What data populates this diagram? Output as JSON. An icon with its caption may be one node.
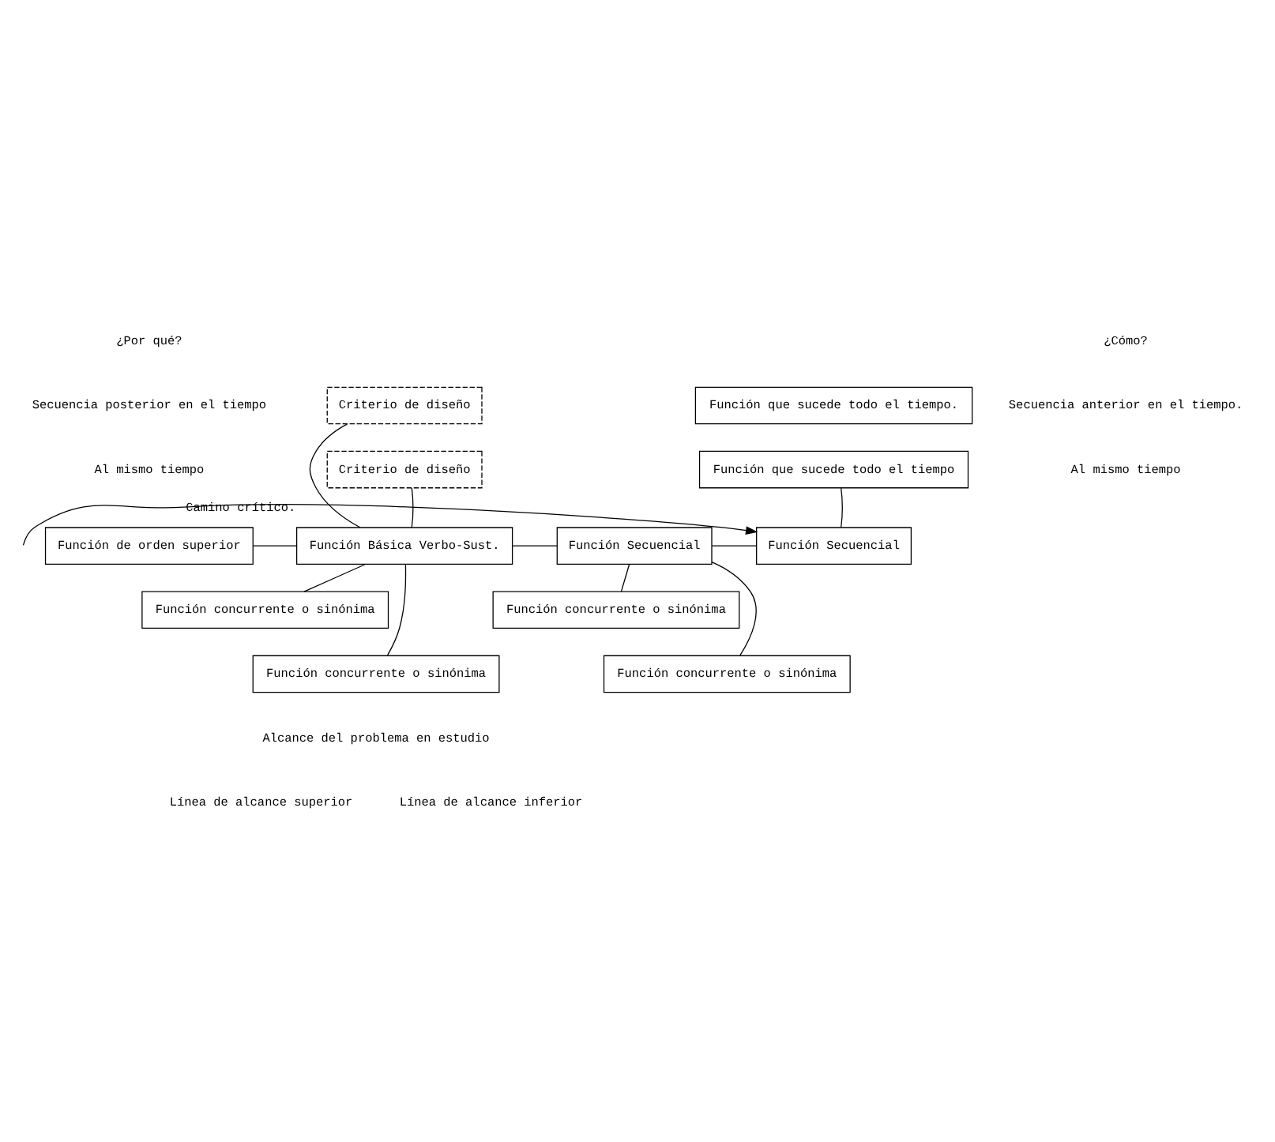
{
  "diagram": {
    "nodes": [
      {
        "text": [
          "Criterio de diseño"
        ]
      },
      {
        "text": [
          "Función que sucede todo el tiempo."
        ]
      },
      {
        "text": [
          "Criterio de diseño"
        ]
      },
      {
        "text": [
          "Función que sucede todo el tiempo"
        ]
      },
      {
        "text": [
          "Función de orden superior"
        ]
      },
      {
        "text": [
          "Función Básica Verbo-Sust."
        ]
      },
      {
        "text": [
          "Función Secuencial"
        ]
      },
      {
        "text": [
          "Función Secuencial"
        ]
      },
      {
        "text": [
          "Función concurrente o sinónima"
        ]
      },
      {
        "text": [
          "Función concurrente o sinónima"
        ]
      },
      {
        "text": [
          "Función concurrente o sinónima"
        ]
      },
      {
        "text": [
          "Función concurrente o sinónima"
        ]
      }
    ],
    "edges": [
      {
        "from": 4,
        "to": 5,
        "arrow": "none"
      },
      {
        "from": 5,
        "to": 6,
        "arrow": "none"
      },
      {
        "from": 6,
        "to": 7,
        "arrow": "none"
      },
      {
        "from": 5,
        "to": 0,
        "arrow": "none"
      },
      {
        "from": 5,
        "to": 2,
        "arrow": "none"
      },
      {
        "from": 7,
        "to": 3,
        "arrow": "none"
      },
      {
        "from": 5,
        "to": 8,
        "arrow": "none"
      },
      {
        "from": 5,
        "to": 10,
        "arrow": "none"
      },
      {
        "from": 6,
        "to": 9,
        "arrow": "none"
      },
      {
        "from": 6,
        "to": 11,
        "arrow": "none"
      },
      {
        "from": null,
        "to": 7,
        "arrow": "to",
        "label": "Camino crítico."
      }
    ],
    "labels": [
      "¿Por qué?",
      "Secuencia posterior en el tiempo",
      "Al mismo tiempo",
      "¿Cómo?",
      "Secuencia anterior en el tiempo.",
      "Al mismo tiempo",
      "Alcance del problema en estudio",
      "Línea de alcance superior",
      "Línea de alcance inferior"
    ]
  }
}
